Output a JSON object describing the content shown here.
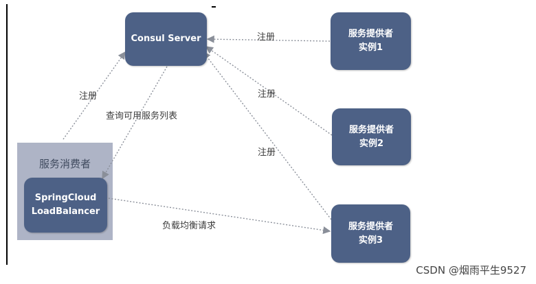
{
  "nodes": {
    "consul_server": "Consul Server",
    "provider1_line1": "服务提供者",
    "provider1_line2": "实例1",
    "provider2_line1": "服务提供者",
    "provider2_line2": "实例2",
    "provider3_line1": "服务提供者",
    "provider3_line2": "实例3",
    "consumer_group": "服务消费者",
    "lb_line1": "SpringCloud",
    "lb_line2": "LoadBalancer"
  },
  "edges": {
    "register_p1": "注册",
    "register_p2": "注册",
    "register_p3": "注册",
    "register_consumer": "注册",
    "query_list": "查询可用服务列表",
    "lb_request": "负载均衡请求"
  },
  "colors": {
    "node_fill": "#4d6186",
    "group_fill": "#aeb4c6",
    "edge_stroke": "#8a8f99"
  },
  "watermark": "CSDN @烟雨平生9527"
}
